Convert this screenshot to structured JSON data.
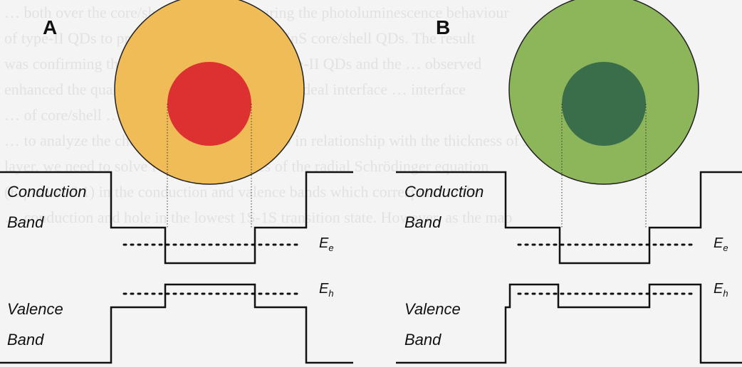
{
  "panels": [
    {
      "label": "A",
      "shell_color": "#f0bc58",
      "core_color": "#dd3030",
      "conduction_label": "Conduction",
      "valence_label": "Valence",
      "band_label": "Band",
      "electron_symbol": "E",
      "electron_subscript": "e",
      "hole_symbol": "E",
      "hole_subscript": "h"
    },
    {
      "label": "B",
      "shell_color": "#8db55a",
      "core_color": "#3a6e4a",
      "conduction_label": "Conduction",
      "valence_label": "Valence",
      "band_label": "Band",
      "electron_symbol": "E",
      "electron_subscript": "e",
      "hole_symbol": "E",
      "hole_subscript": "h"
    }
  ],
  "background_lines": [
    "… both over the core/shell QDs by comparing the photoluminescence behaviour",
    "of type-II QDs to previously reported CdSe/ZnS core/shell QDs. The result",
    "was confirming the formation of core/shell type-II QDs and the … observed",
    "enhanced the quantum yield … due to the non-ideal interface … interface",
    "… of core/shell … ZnS shell …",
    "… to analyze the charge carrier of type-II QD in relationship with the thickness of shell",
    "layer, we need to solve for the eigenvalues of the radial Schrödinger equation",
    "(Equation 6.1) in the conduction and valence bands which correspond to the",
    "… conduction and hole in the lowest 1S-1S transition state. However, as the map"
  ]
}
